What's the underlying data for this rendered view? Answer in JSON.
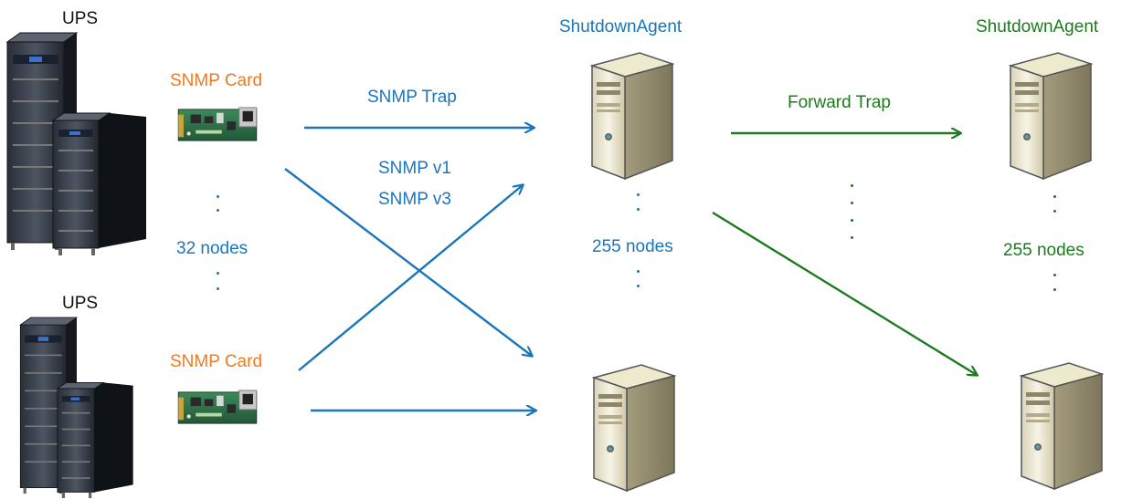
{
  "colors": {
    "blue": "#1b75bb",
    "green": "#1d7a1d",
    "orange": "#f07a20",
    "black": "#111111"
  },
  "labels": {
    "ups_top": "UPS",
    "ups_bottom": "UPS",
    "snmp_card_top": "SNMP Card",
    "snmp_card_bottom": "SNMP Card",
    "nodes_left": "32 nodes",
    "snmp_trap": "SNMP Trap",
    "snmp_v1": "SNMP v1",
    "snmp_v3": "SNMP v3",
    "agent_middle_title": "ShutdownAgent",
    "nodes_middle": "255 nodes",
    "forward_trap": "Forward Trap",
    "agent_right_title": "ShutdownAgent",
    "nodes_right": "255 nodes"
  },
  "icons": {
    "ups": "ups-cabinet-icon",
    "snmp_card": "network-card-icon",
    "server": "server-tower-icon"
  }
}
